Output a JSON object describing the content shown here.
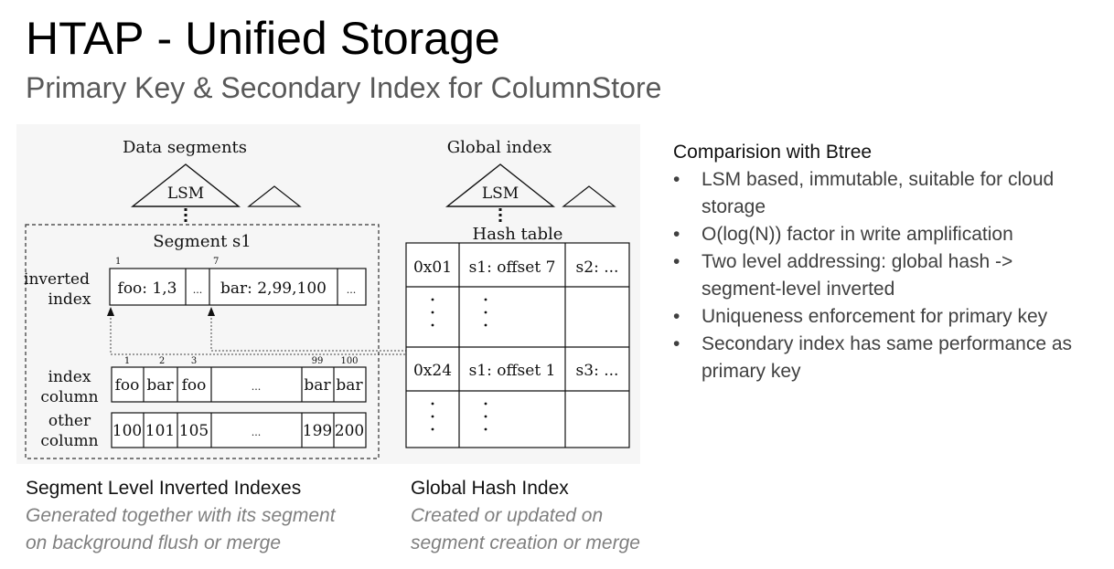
{
  "title": {
    "main": "HTAP",
    "rest": " - Unified Storage"
  },
  "subtitle": "Primary Key & Secondary Index for ColumnStore",
  "diagram": {
    "data_segments_label": "Data segments",
    "global_index_label": "Global index",
    "lsm_label": "LSM",
    "segment_label": "Segment s1",
    "inverted_index_label": [
      "inverted",
      "index"
    ],
    "index_column_label": [
      "index",
      "column"
    ],
    "other_column_label": [
      "other",
      "column"
    ],
    "hash_table_label": "Hash table",
    "inverted_cells": [
      "foo: 1,3",
      "...",
      "bar: 2,99,100",
      "..."
    ],
    "inverted_positions": [
      "1",
      "7"
    ],
    "row_positions": [
      "1",
      "2",
      "3",
      "99",
      "100"
    ],
    "index_column_values": [
      "foo",
      "bar",
      "foo",
      "...",
      "bar",
      "bar"
    ],
    "other_column_values": [
      "100",
      "101",
      "105",
      "...",
      "199",
      "200"
    ],
    "hash_rows": [
      {
        "key": "0x01",
        "entry": "s1: offset 7",
        "other": "s2: ..."
      },
      {
        "key": "0x24",
        "entry": "s1: offset 1",
        "other": "s3: ..."
      }
    ]
  },
  "captions": {
    "left": {
      "heading": "Segment Level Inverted Indexes",
      "desc": [
        "Generated together with its segment",
        "on background flush or merge"
      ]
    },
    "right": {
      "heading": "Global Hash Index",
      "desc": [
        "Created or updated on",
        "segment creation or merge"
      ]
    }
  },
  "comparison": {
    "heading": "Comparision with Btree",
    "bullet_char": "•",
    "items": [
      [
        "LSM based, immutable, suitable for cloud",
        "storage"
      ],
      [
        "O(log(N)) factor in write amplification"
      ],
      [
        "Two level addressing: global hash ->",
        "segment-level inverted"
      ],
      [
        "Uniqueness enforcement for primary key"
      ],
      [
        "Secondary index has same performance as",
        "primary key"
      ]
    ]
  }
}
